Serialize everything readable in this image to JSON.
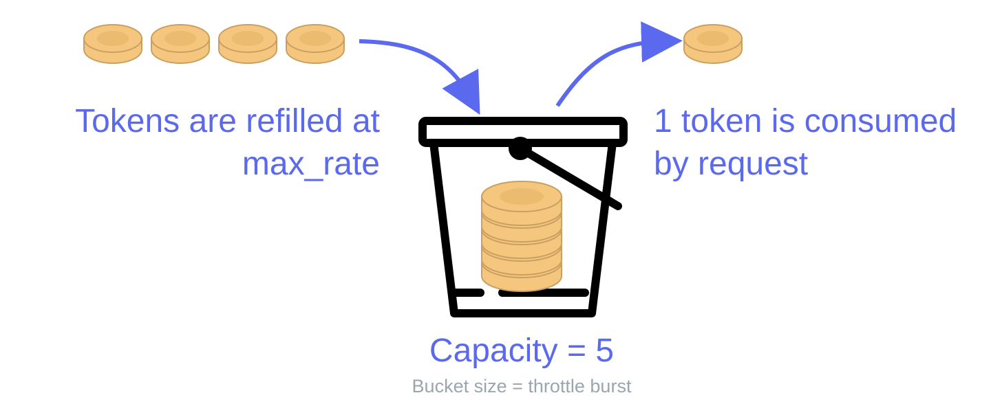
{
  "labels": {
    "refill_line1": "Tokens are refilled at",
    "refill_line2": "max_rate",
    "consume_line1": "1 token is consumed",
    "consume_line2": "by request",
    "capacity": "Capacity = 5",
    "burst": "Bucket size = throttle burst"
  },
  "tokens": {
    "incoming_count": 4,
    "outgoing_count": 1,
    "stack_count": 5
  },
  "icons": {
    "token": "coin-icon",
    "bucket": "bucket-icon",
    "arrow": "curved-arrow-icon"
  },
  "colors": {
    "text_accent": "#5a69ee",
    "arrow": "#5a69ee",
    "caption": "#9aa6ae",
    "coin_fill": "#f5c77e",
    "coin_edge": "#c9a062",
    "bucket_stroke": "#000000"
  }
}
